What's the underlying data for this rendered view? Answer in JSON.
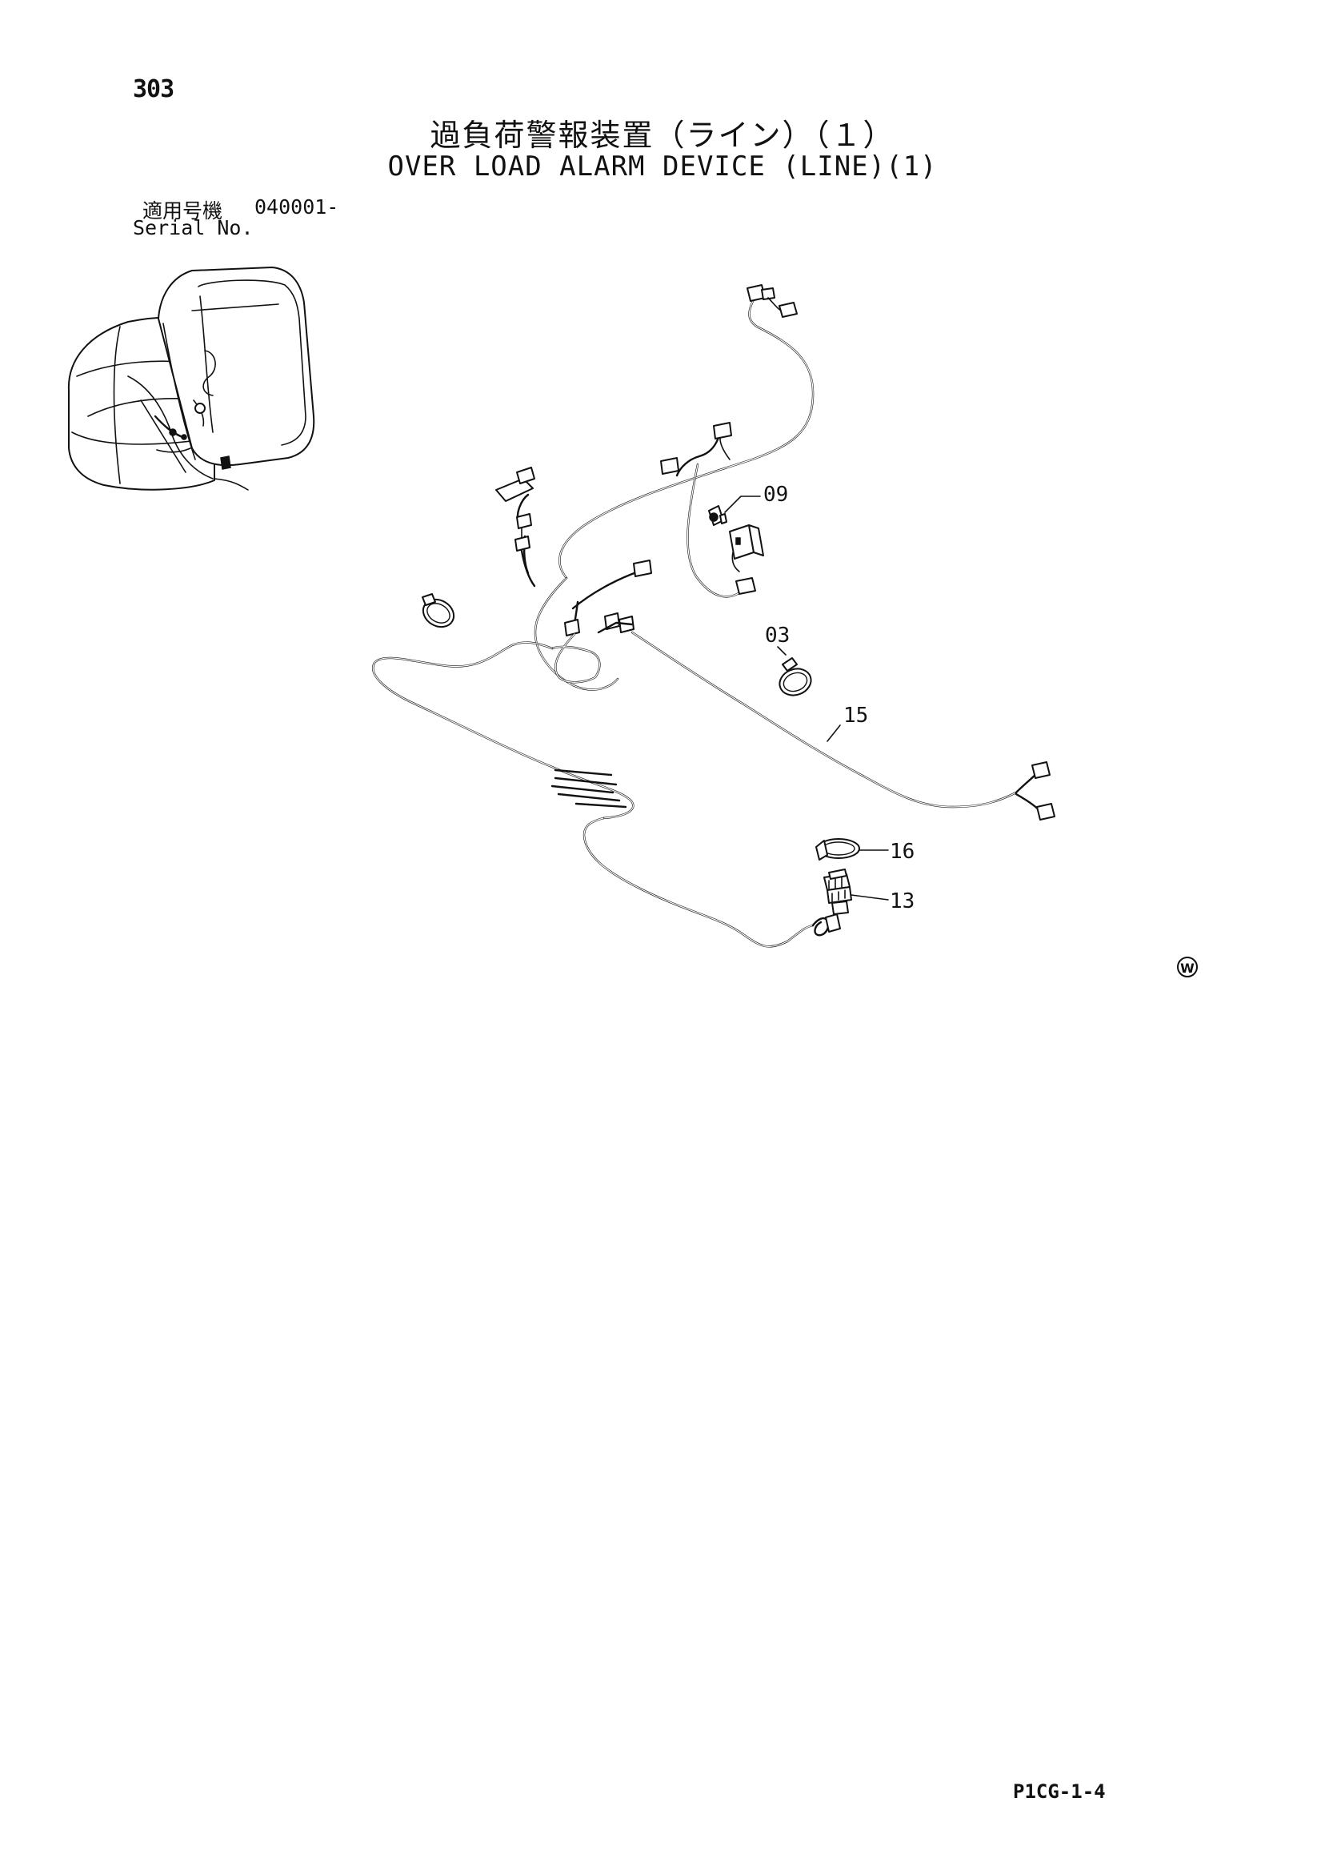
{
  "header": {
    "page_number": "303",
    "title_jp": "過負荷警報装置（ライン）（１）",
    "title_en": "OVER LOAD ALARM DEVICE (LINE)(1)"
  },
  "applicability": {
    "label_jp": "適用号機",
    "serial_value": "040001-",
    "label_en": "Serial No."
  },
  "callouts": [
    {
      "id": "09",
      "label": "09"
    },
    {
      "id": "03",
      "label": "03"
    },
    {
      "id": "15",
      "label": "15"
    },
    {
      "id": "16",
      "label": "16"
    },
    {
      "id": "13",
      "label": "13"
    }
  ],
  "marks": {
    "w_mark": "W"
  },
  "footer": {
    "drawing_code": "P1CG-1-4"
  },
  "colors": {
    "ink": "#111111",
    "paper": "#ffffff"
  }
}
